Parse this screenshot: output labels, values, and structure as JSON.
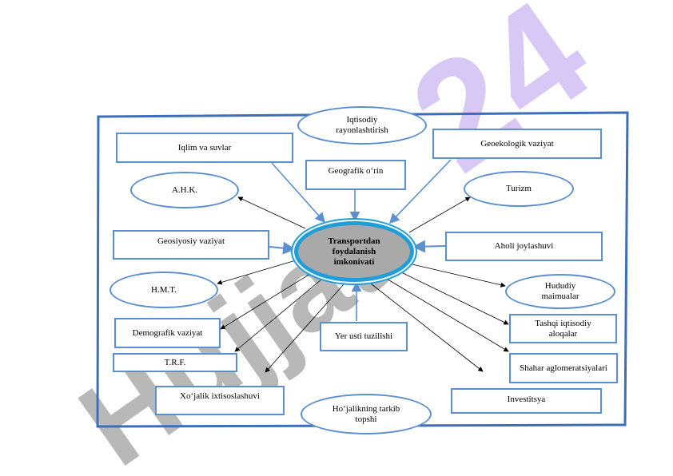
{
  "watermark": {
    "text_purple": "24",
    "text_gray": "Hujjat",
    "color_purple": "#d8c8f5",
    "color_gray": "#b8b8b8"
  },
  "center": {
    "text": "Transportdan foydalanish imkonivati"
  },
  "nodes": {
    "iqtisodiy_rayon": "Iqtisodiy rayonlashtirish",
    "iqlim": "Iqlim va suvlar",
    "geoekologik": "Geoekologik vaziyat",
    "geografik_orin": "Geografik o‘rin",
    "ahk": "A.H.K.",
    "turizm": "Turizm",
    "geosiyosiy": "Geosiyosiy vaziyat",
    "aholi": "Aholi joylashuvi",
    "hmt": "H.M.T.",
    "hududiy": "Hududiy maimualar",
    "demografik": "Demografik vaziyat",
    "yer_usti": "Yer usti tuzilishi",
    "tashqi": "Tashqi iqtisodiy aloqalar",
    "trf": "T.R.F.",
    "shahar": "Shahar aglomeratsiyalari",
    "xojalik_ixt": "Xo‘jalik ixtisoslashuvi",
    "xojalik_tarkib": "Ho‘jalikning tarkib topshi",
    "investitsya": "Investitsya"
  },
  "colors": {
    "border": "#5b8fd0",
    "frame": "#3d6fb8",
    "center_ring": "#1f9ed8",
    "center_fill": "#a9a9a9"
  }
}
